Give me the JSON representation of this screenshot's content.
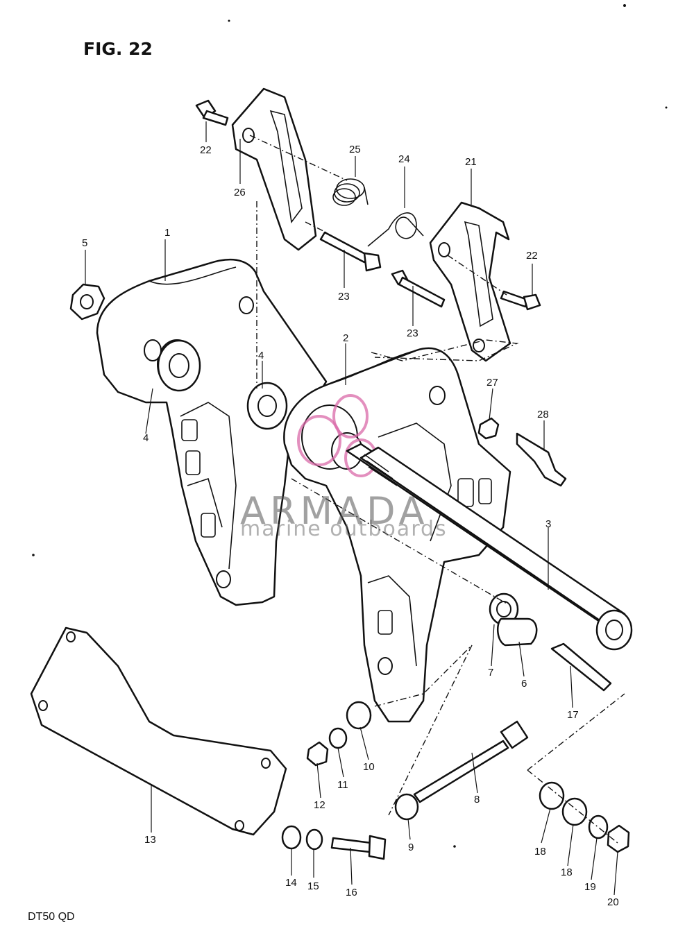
{
  "figure": {
    "title": "FIG. 22",
    "model": "DT50 QD"
  },
  "watermark": {
    "brand": "ARMADA",
    "tagline": "marine outboards",
    "accent_color": "#d96aa8"
  },
  "callouts": [
    "1",
    "2",
    "3",
    "4",
    "4",
    "5",
    "6",
    "7",
    "8",
    "9",
    "10",
    "11",
    "12",
    "13",
    "14",
    "15",
    "16",
    "17",
    "18",
    "18",
    "19",
    "20",
    "21",
    "22",
    "22",
    "23",
    "23",
    "24",
    "25",
    "26",
    "27",
    "28"
  ],
  "colors": {
    "ink": "#111111",
    "paper": "#ffffff"
  }
}
